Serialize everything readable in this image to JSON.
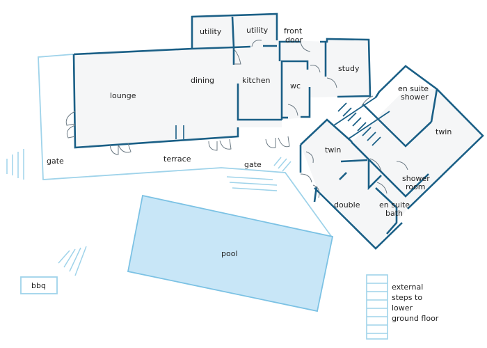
{
  "rooms": {
    "utility_1": "utility",
    "utility_2": "utility",
    "front_door_line1": "front",
    "front_door_line2": "door",
    "lounge": "lounge",
    "dining": "dining",
    "kitchen": "kitchen",
    "wc": "wc",
    "study": "study",
    "en_suite_shower_line1": "en suite",
    "en_suite_shower_line2": "shower",
    "twin_1": "twin",
    "twin_2": "twin",
    "shower_room_line1": "shower",
    "shower_room_line2": "room",
    "double": "double",
    "en_suite_bath_line1": "en suite",
    "en_suite_bath_line2": "bath"
  },
  "outdoor": {
    "gate_left": "gate",
    "gate_right": "gate",
    "terrace": "terrace",
    "pool": "pool",
    "bbq": "bbq"
  },
  "legend": {
    "line1": "external",
    "line2": "steps to",
    "line3": "lower",
    "line4": "ground floor"
  },
  "colors": {
    "wall": "#1a5f86",
    "external_outline": "#9fd3ea",
    "pool_fill": "#c8e6f7",
    "room_fill": "#f5f6f7"
  }
}
